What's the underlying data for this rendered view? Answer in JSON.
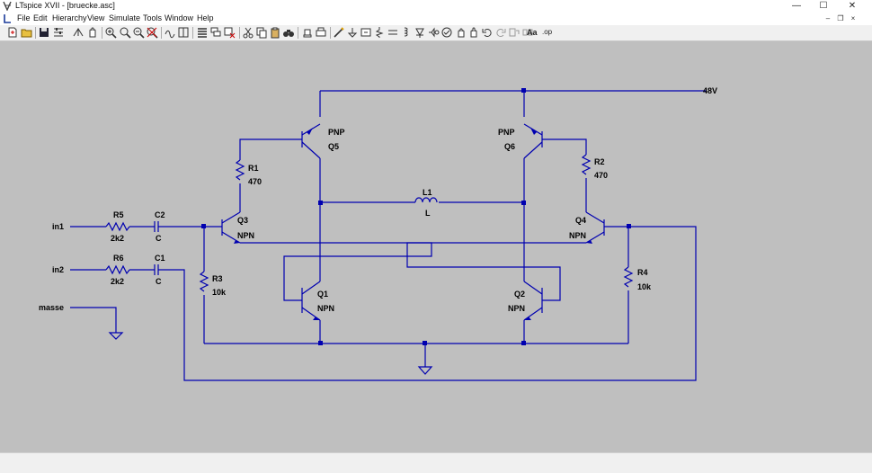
{
  "window": {
    "title": "LTspice XVII - [bruecke.asc]",
    "minimize_symbol": "—",
    "maximize_symbol": "☐",
    "close_symbol": "✕"
  },
  "menu": {
    "items": [
      "File",
      "Edit",
      "Hierarchy",
      "View",
      "Simulate",
      "Tools",
      "Window",
      "Help"
    ],
    "mdi_minimize": "–",
    "mdi_restore": "❐",
    "mdi_close": "×"
  },
  "toolbar": {
    "buttons": [
      "new-schematic-icon",
      "open-icon",
      "save-icon",
      "control-panel-icon",
      "run-icon",
      "halt-icon",
      "pan-icon",
      "zoom-in-icon",
      "zoom-out-icon",
      "zoom-fit-icon",
      "autoscale-icon",
      "tile-vertical-icon",
      "tile-horizontal-icon",
      "cascade-icon",
      "close-window-icon",
      "cut-icon",
      "copy-icon",
      "paste-icon",
      "find-icon",
      "print-icon",
      "print-preview-icon",
      "draw-wire-icon",
      "ground-icon",
      "label-net-icon",
      "place-component-icon",
      "resistor-icon",
      "capacitor-icon",
      "inductor-icon",
      "diode-icon",
      "spice-directive-icon",
      "move-icon",
      "drag-icon",
      "undo-icon",
      "redo-icon",
      "rotate-icon",
      "mirror-icon",
      "text-icon",
      "spice-op-icon"
    ],
    "text_button_label": "Aa",
    "op_button_label": ".op"
  },
  "schematic": {
    "net_labels": {
      "supply": "48V",
      "in1": "in1",
      "in2": "in2",
      "masse": "masse"
    },
    "components": [
      {
        "ref": "R5",
        "value": "2k2"
      },
      {
        "ref": "C2",
        "value": "C"
      },
      {
        "ref": "R6",
        "value": "2k2"
      },
      {
        "ref": "C1",
        "value": "C"
      },
      {
        "ref": "R1",
        "value": "470"
      },
      {
        "ref": "R2",
        "value": "470"
      },
      {
        "ref": "R3",
        "value": "10k"
      },
      {
        "ref": "R4",
        "value": "10k"
      },
      {
        "ref": "Q5",
        "value": "PNP"
      },
      {
        "ref": "Q6",
        "value": "PNP"
      },
      {
        "ref": "Q3",
        "value": "NPN"
      },
      {
        "ref": "Q4",
        "value": "NPN"
      },
      {
        "ref": "Q1",
        "value": "NPN"
      },
      {
        "ref": "Q2",
        "value": "NPN"
      },
      {
        "ref": "L1",
        "value": "L"
      }
    ],
    "colors": {
      "wire": "#0000b0",
      "junction": "#0000b0",
      "background": "#bfbfbf",
      "text": "#000000"
    }
  }
}
